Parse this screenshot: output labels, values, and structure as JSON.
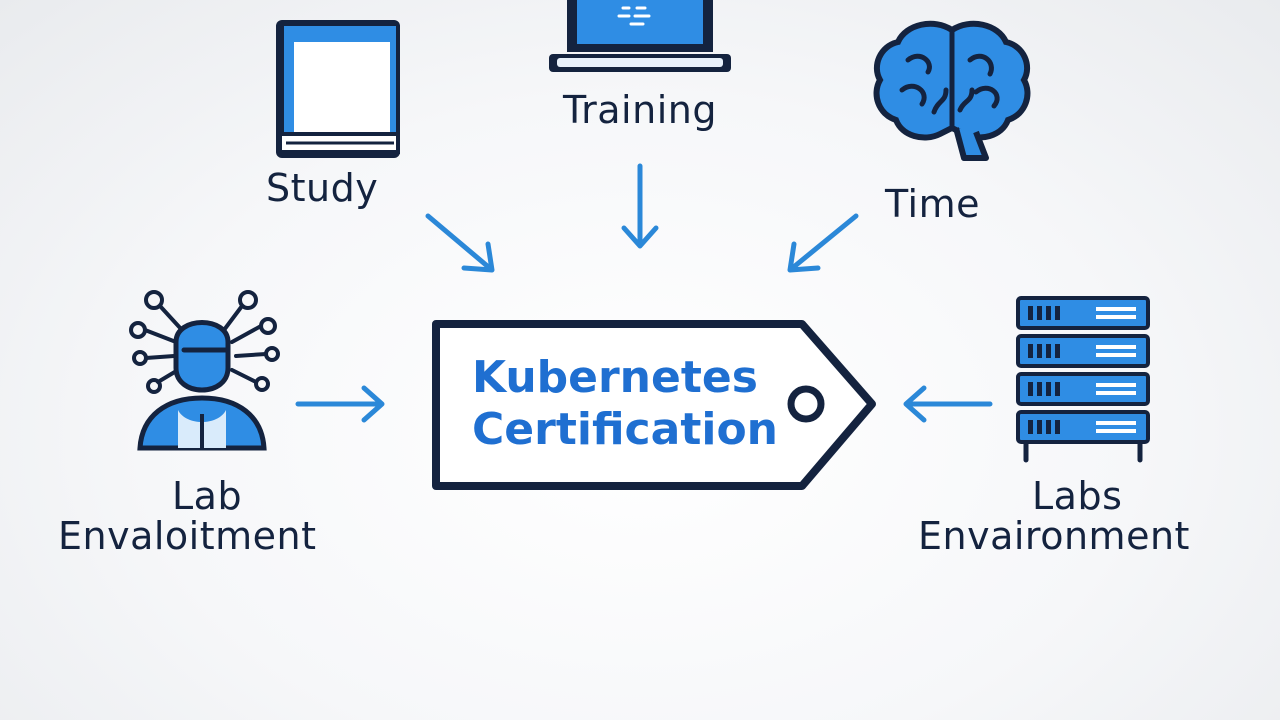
{
  "center": {
    "line1": "Kubernetes",
    "line2": "Certification"
  },
  "nodes": {
    "study": {
      "label": "Study",
      "icon": "book-icon"
    },
    "training": {
      "label": "Training",
      "icon": "laptop-icon"
    },
    "time": {
      "label": "Time",
      "icon": "brain-icon"
    },
    "lab_left": {
      "line1": "Lab",
      "line2": "Envaloitment",
      "icon": "person-network-icon"
    },
    "labs_right": {
      "line1": "Labs",
      "line2": "Envaironment",
      "icon": "server-rack-icon"
    }
  },
  "colors": {
    "accent": "#1f6fd1",
    "arrow": "#2b88d8",
    "navy": "#14233f",
    "icon_fill": "#2f8de4",
    "icon_light": "#d9ebfb"
  }
}
